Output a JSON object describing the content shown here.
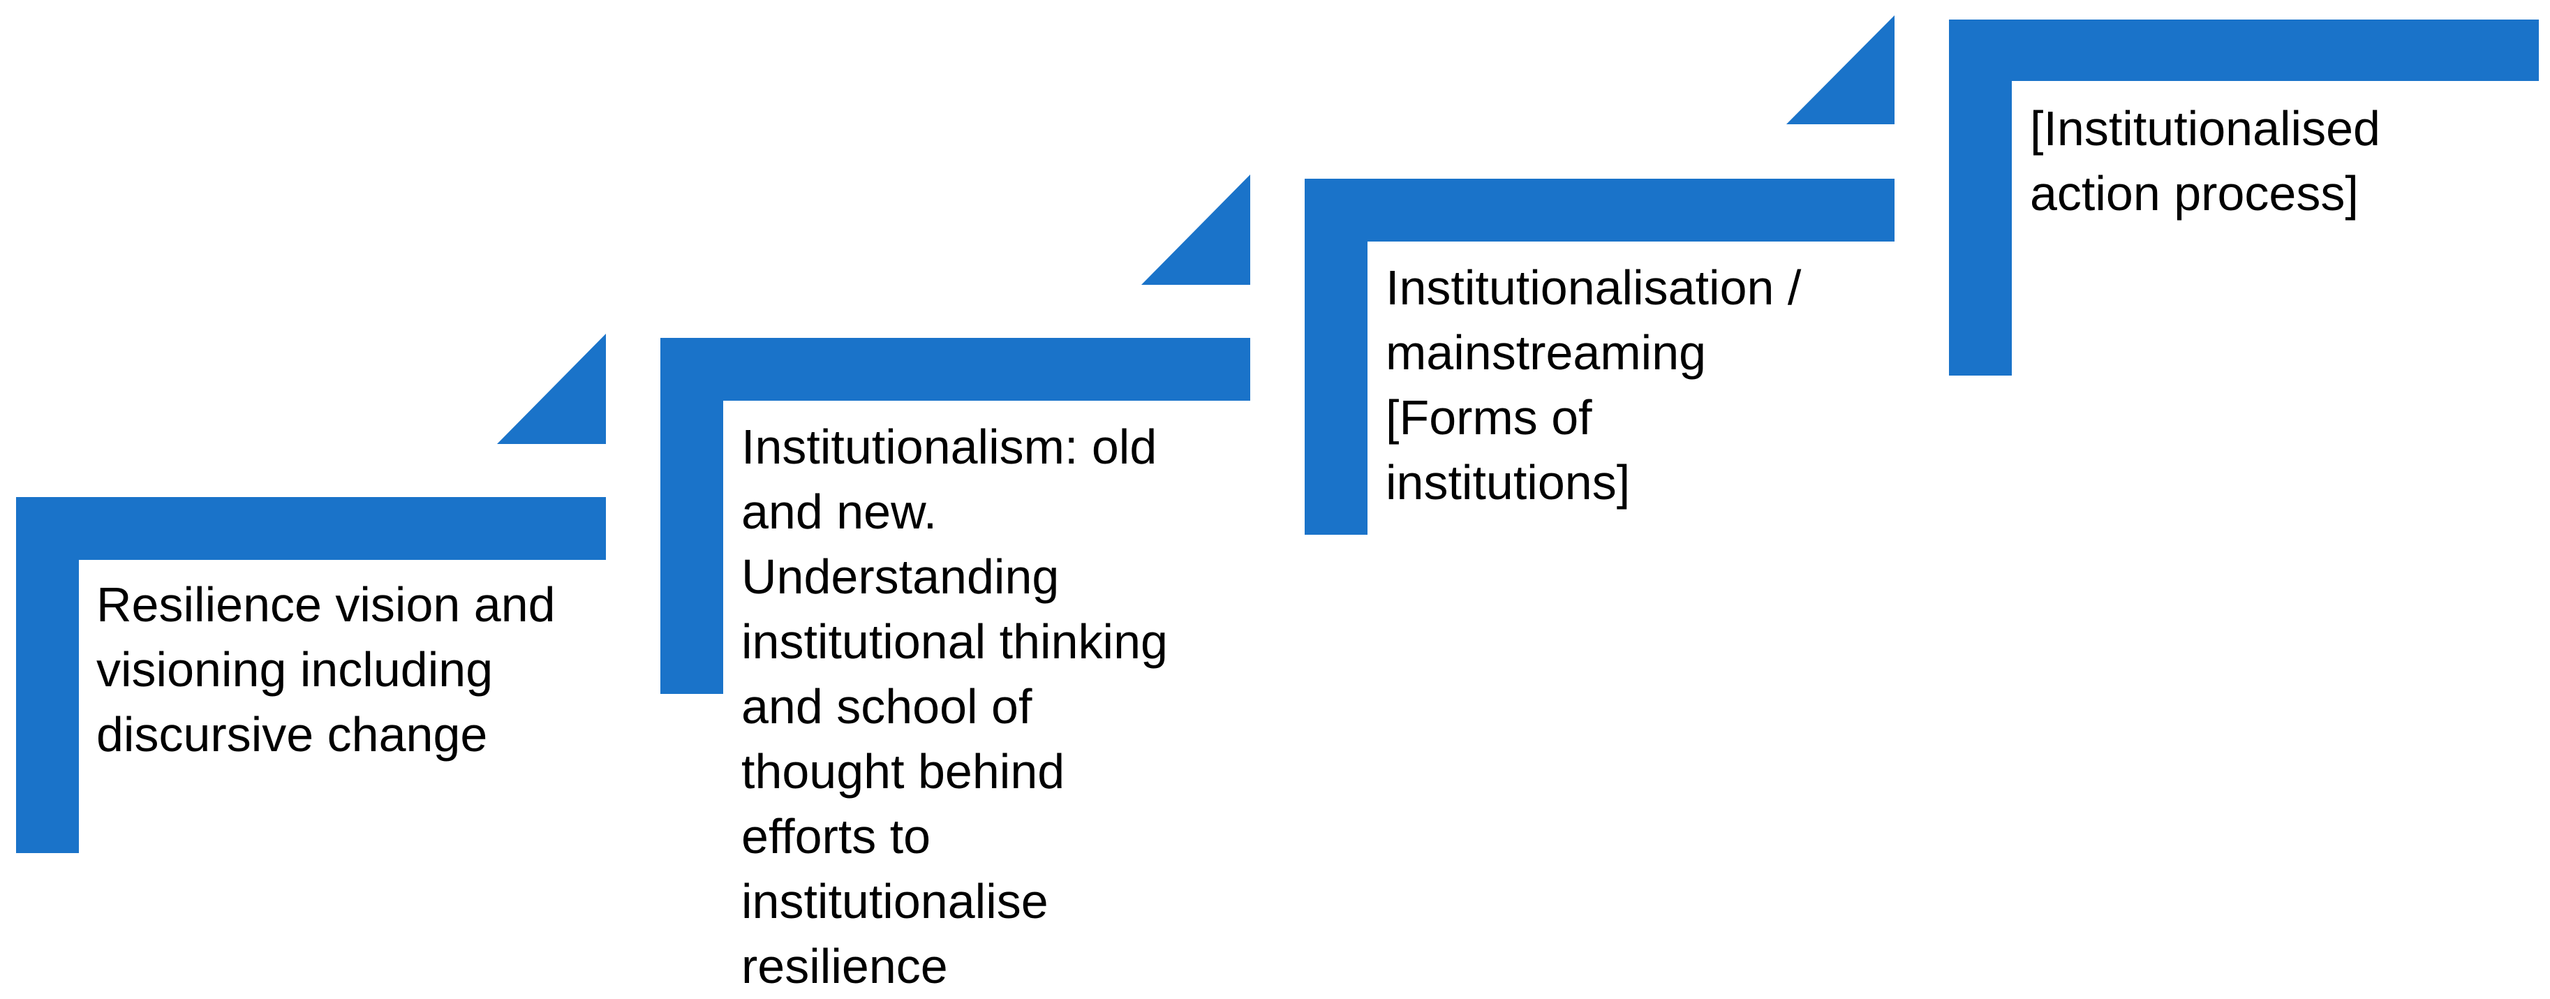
{
  "colors": {
    "accent": "#1a73c9",
    "background": "#ffffff",
    "text": "#000000"
  },
  "steps": [
    {
      "lines": [
        "Resilience vision and",
        "visioning including",
        "discursive change"
      ]
    },
    {
      "lines": [
        "Institutionalism: old",
        "and new.",
        "Understanding",
        "institutional thinking",
        "and school of",
        "thought behind",
        "efforts to",
        "institutionalise",
        "resilience"
      ]
    },
    {
      "lines": [
        "Institutionalisation /",
        "mainstreaming",
        "[Forms of",
        "institutions]"
      ]
    },
    {
      "lines": [
        "[Institutionalised",
        "action process]"
      ]
    }
  ]
}
